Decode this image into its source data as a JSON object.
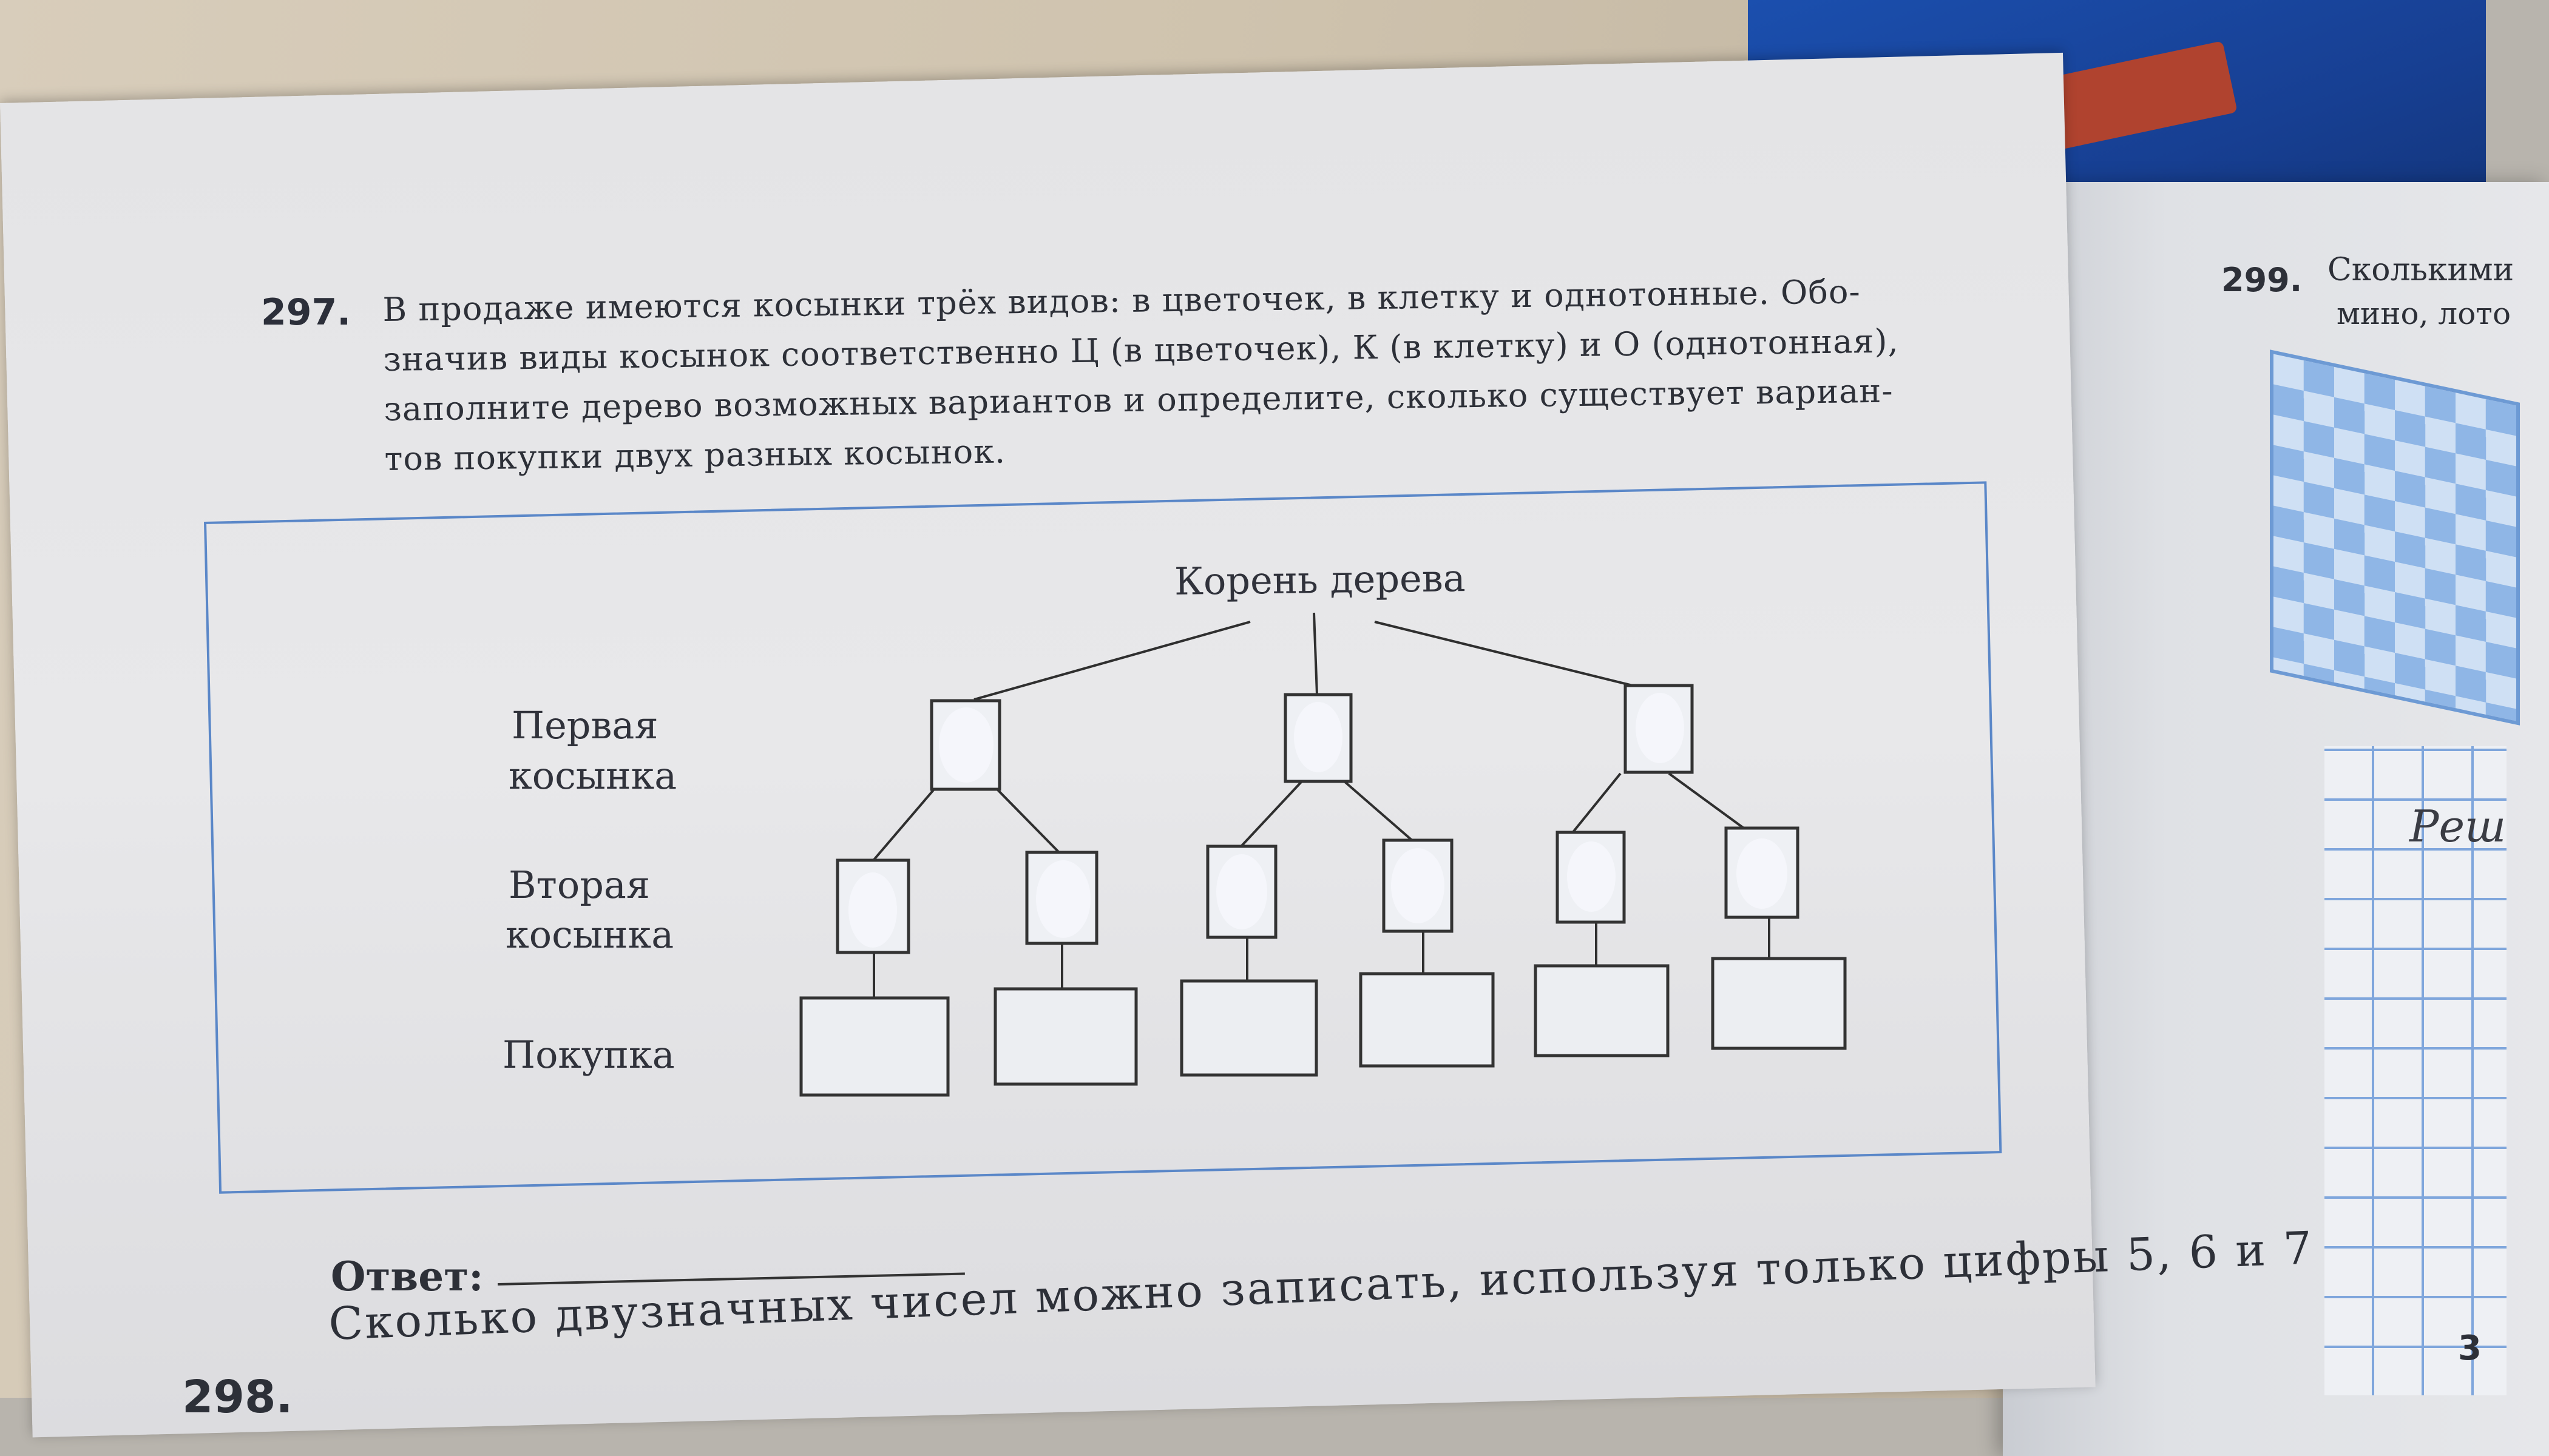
{
  "problem": {
    "number": "297.",
    "lines": [
      "В продаже имеются косынки трёх видов: в цветочек, в клетку и однотонные. Обо-",
      "значив виды косынок соответственно Ц (в цветочек), К (в клетку) и О (однотонная),",
      "заполните дерево возможных вариантов и определите, сколько существует вариан-",
      "тов покупки двух разных косынок."
    ]
  },
  "tree": {
    "root_label": "Корень дерева",
    "row_labels": {
      "first_1": "Первая",
      "first_2": "косынка",
      "second_1": "Вторая",
      "second_2": "косынка",
      "purchase": "Покупка"
    }
  },
  "answer": {
    "label": "Ответ:"
  },
  "next_problem": {
    "number": "298.",
    "text": "Сколько двузначных чисел можно записать, используя только цифры 5, 6 и 7"
  },
  "right_page": {
    "number": "299.",
    "line1": "Сколькими",
    "line2": "мино, лото",
    "fragment": "Реш",
    "corner": "3"
  },
  "colors": {
    "frame": "#5a87c8",
    "box_border": "#333333",
    "correction": "#f4f6fb"
  }
}
